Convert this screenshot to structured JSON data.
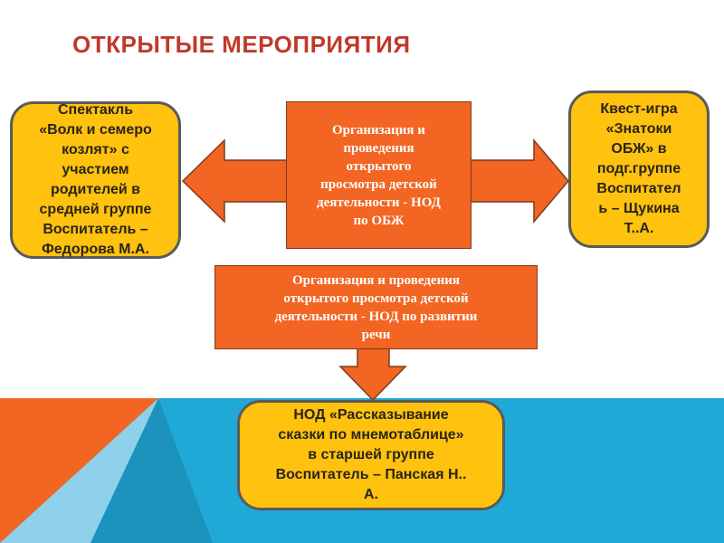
{
  "slide": {
    "title": "ОТКРЫТЫЕ МЕРОПРИЯТИЯ"
  },
  "boxes": {
    "left": "Спектакль\n«Волк и семеро\nкозлят» с\nучастием\nродителей в\nсредней группе\nВоспитатель –\nФедорова М.А.",
    "right": "Квест-игра\n«Знатоки\nОБЖ» в\nподг.группе\nВоспитател\nь – Щукина\nТ..А.",
    "center_top": "Организация и\nпроведения\nоткрытого\nпросмотра детской\nдеятельности - НОД\nпо ОБЖ",
    "center_mid": "Организация и проведения\nоткрытого просмотра детской\nдеятельности - НОД по развитии\nречи",
    "bottom": "НОД «Рассказывание\nсказки по мнемотаблице»\nв старшей группе\nВоспитатель – Панская Н..\nА."
  },
  "colors": {
    "title": "#c0392b",
    "yellow_box": "#ffc20e",
    "orange_box": "#f26522",
    "bg_orange": "#f26522",
    "bg_blue": "#1fa9d6"
  }
}
